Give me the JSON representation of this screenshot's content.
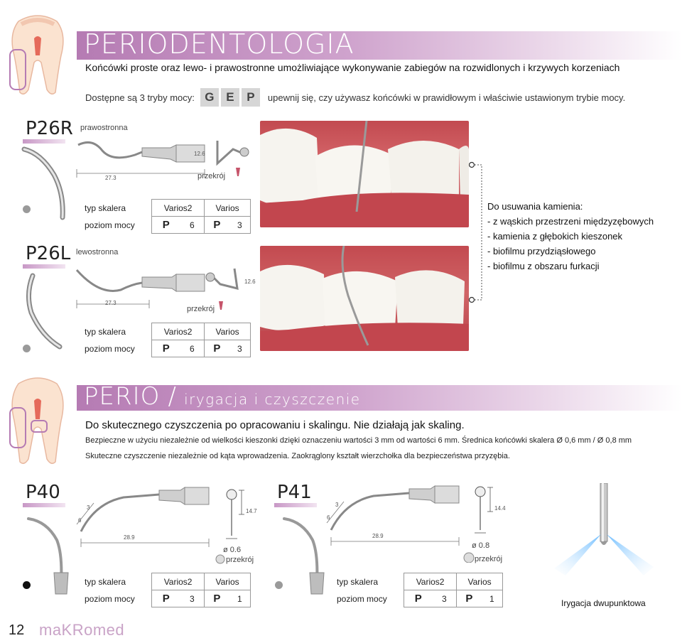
{
  "section1": {
    "title": "PERIODENTOLOGIA",
    "subtitle": "Końcówki proste oraz lewo-  i prawostronne umożliwiające wykonywanie zabiegów na rozwidlonych i krzywych korzeniach",
    "power_modes_label": "Dostępne są 3 tryby mocy:",
    "power_modes": [
      "G",
      "E",
      "P"
    ],
    "power_modes_note": "upewnij się, czy używasz końcówki w prawidłowym i właściwie ustawionym trybie mocy."
  },
  "p26r": {
    "model": "P26R",
    "side": "prawostronna",
    "length": "27.3",
    "section_dim": "12.6",
    "section_label": "przekrój",
    "table": {
      "col1": "typ skalera",
      "col2": "Varios2",
      "col3": "Varios",
      "row_label": "poziom mocy",
      "v2_mode": "P",
      "v2_value": "6",
      "v_mode": "P",
      "v_value": "3"
    }
  },
  "p26l": {
    "model": "P26L",
    "side": "lewostronna",
    "length": "27.3",
    "section_dim": "12.6",
    "section_label": "przekrój",
    "table": {
      "col1": "typ skalera",
      "col2": "Varios2",
      "col3": "Varios",
      "row_label": "poziom mocy",
      "v2_mode": "P",
      "v2_value": "6",
      "v_mode": "P",
      "v_value": "3"
    }
  },
  "uses": {
    "heading": "Do usuwania kamienia:",
    "items": [
      "- z wąskich przestrzeni międzyzębowych",
      "- kamienia z głębokich kieszonek",
      "- biofilmu przydziąsłowego",
      "- biofilmu z obszaru furkacji"
    ]
  },
  "section2": {
    "title_main": "PERIO",
    "title_slash": "/",
    "title_sub": "irygacja i czyszczenie",
    "lead": "Do skutecznego czyszczenia po opracowaniu i skalingu. Nie działają jak skaling.",
    "line1": "Bezpieczne w użyciu niezależnie od wielkości kieszonki dzięki oznaczeniu wartości 3 mm od wartości 6 mm. Średnica końcówki skalera Ø 0,6 mm / Ø 0,8 mm",
    "line2": "Skuteczne czyszczenie niezależnie od kąta wprowadzenia. Zaokrąglony kształt wierzchołka dla bezpieczeństwa przyzębia."
  },
  "p40": {
    "model": "P40",
    "mark_3": "3",
    "mark_6": "6",
    "length": "28.9",
    "height": "14.7",
    "diameter": "ø 0.6",
    "section_label": "przekrój",
    "table": {
      "col1": "typ skalera",
      "col2": "Varios2",
      "col3": "Varios",
      "row_label": "poziom mocy",
      "v2_mode": "P",
      "v2_value": "3",
      "v_mode": "P",
      "v_value": "1"
    }
  },
  "p41": {
    "model": "P41",
    "mark_3": "3",
    "mark_6": "6",
    "length": "28.9",
    "height": "14.4",
    "diameter": "ø 0.8",
    "section_label": "przekrój",
    "table": {
      "col1": "typ skalera",
      "col2": "Varios2",
      "col3": "Varios",
      "row_label": "poziom mocy",
      "v2_mode": "P",
      "v2_value": "3",
      "v_mode": "P",
      "v_value": "1"
    }
  },
  "irrigation_caption": "Irygacja dwupunktowa",
  "footer": {
    "page_number": "12",
    "brand": "maKRomed"
  },
  "colors": {
    "accent_purple": "#b57bb3",
    "mode_purple": "#9c4fa0",
    "mode_blue": "#2d60b8",
    "gum_red": "#c0484e"
  }
}
